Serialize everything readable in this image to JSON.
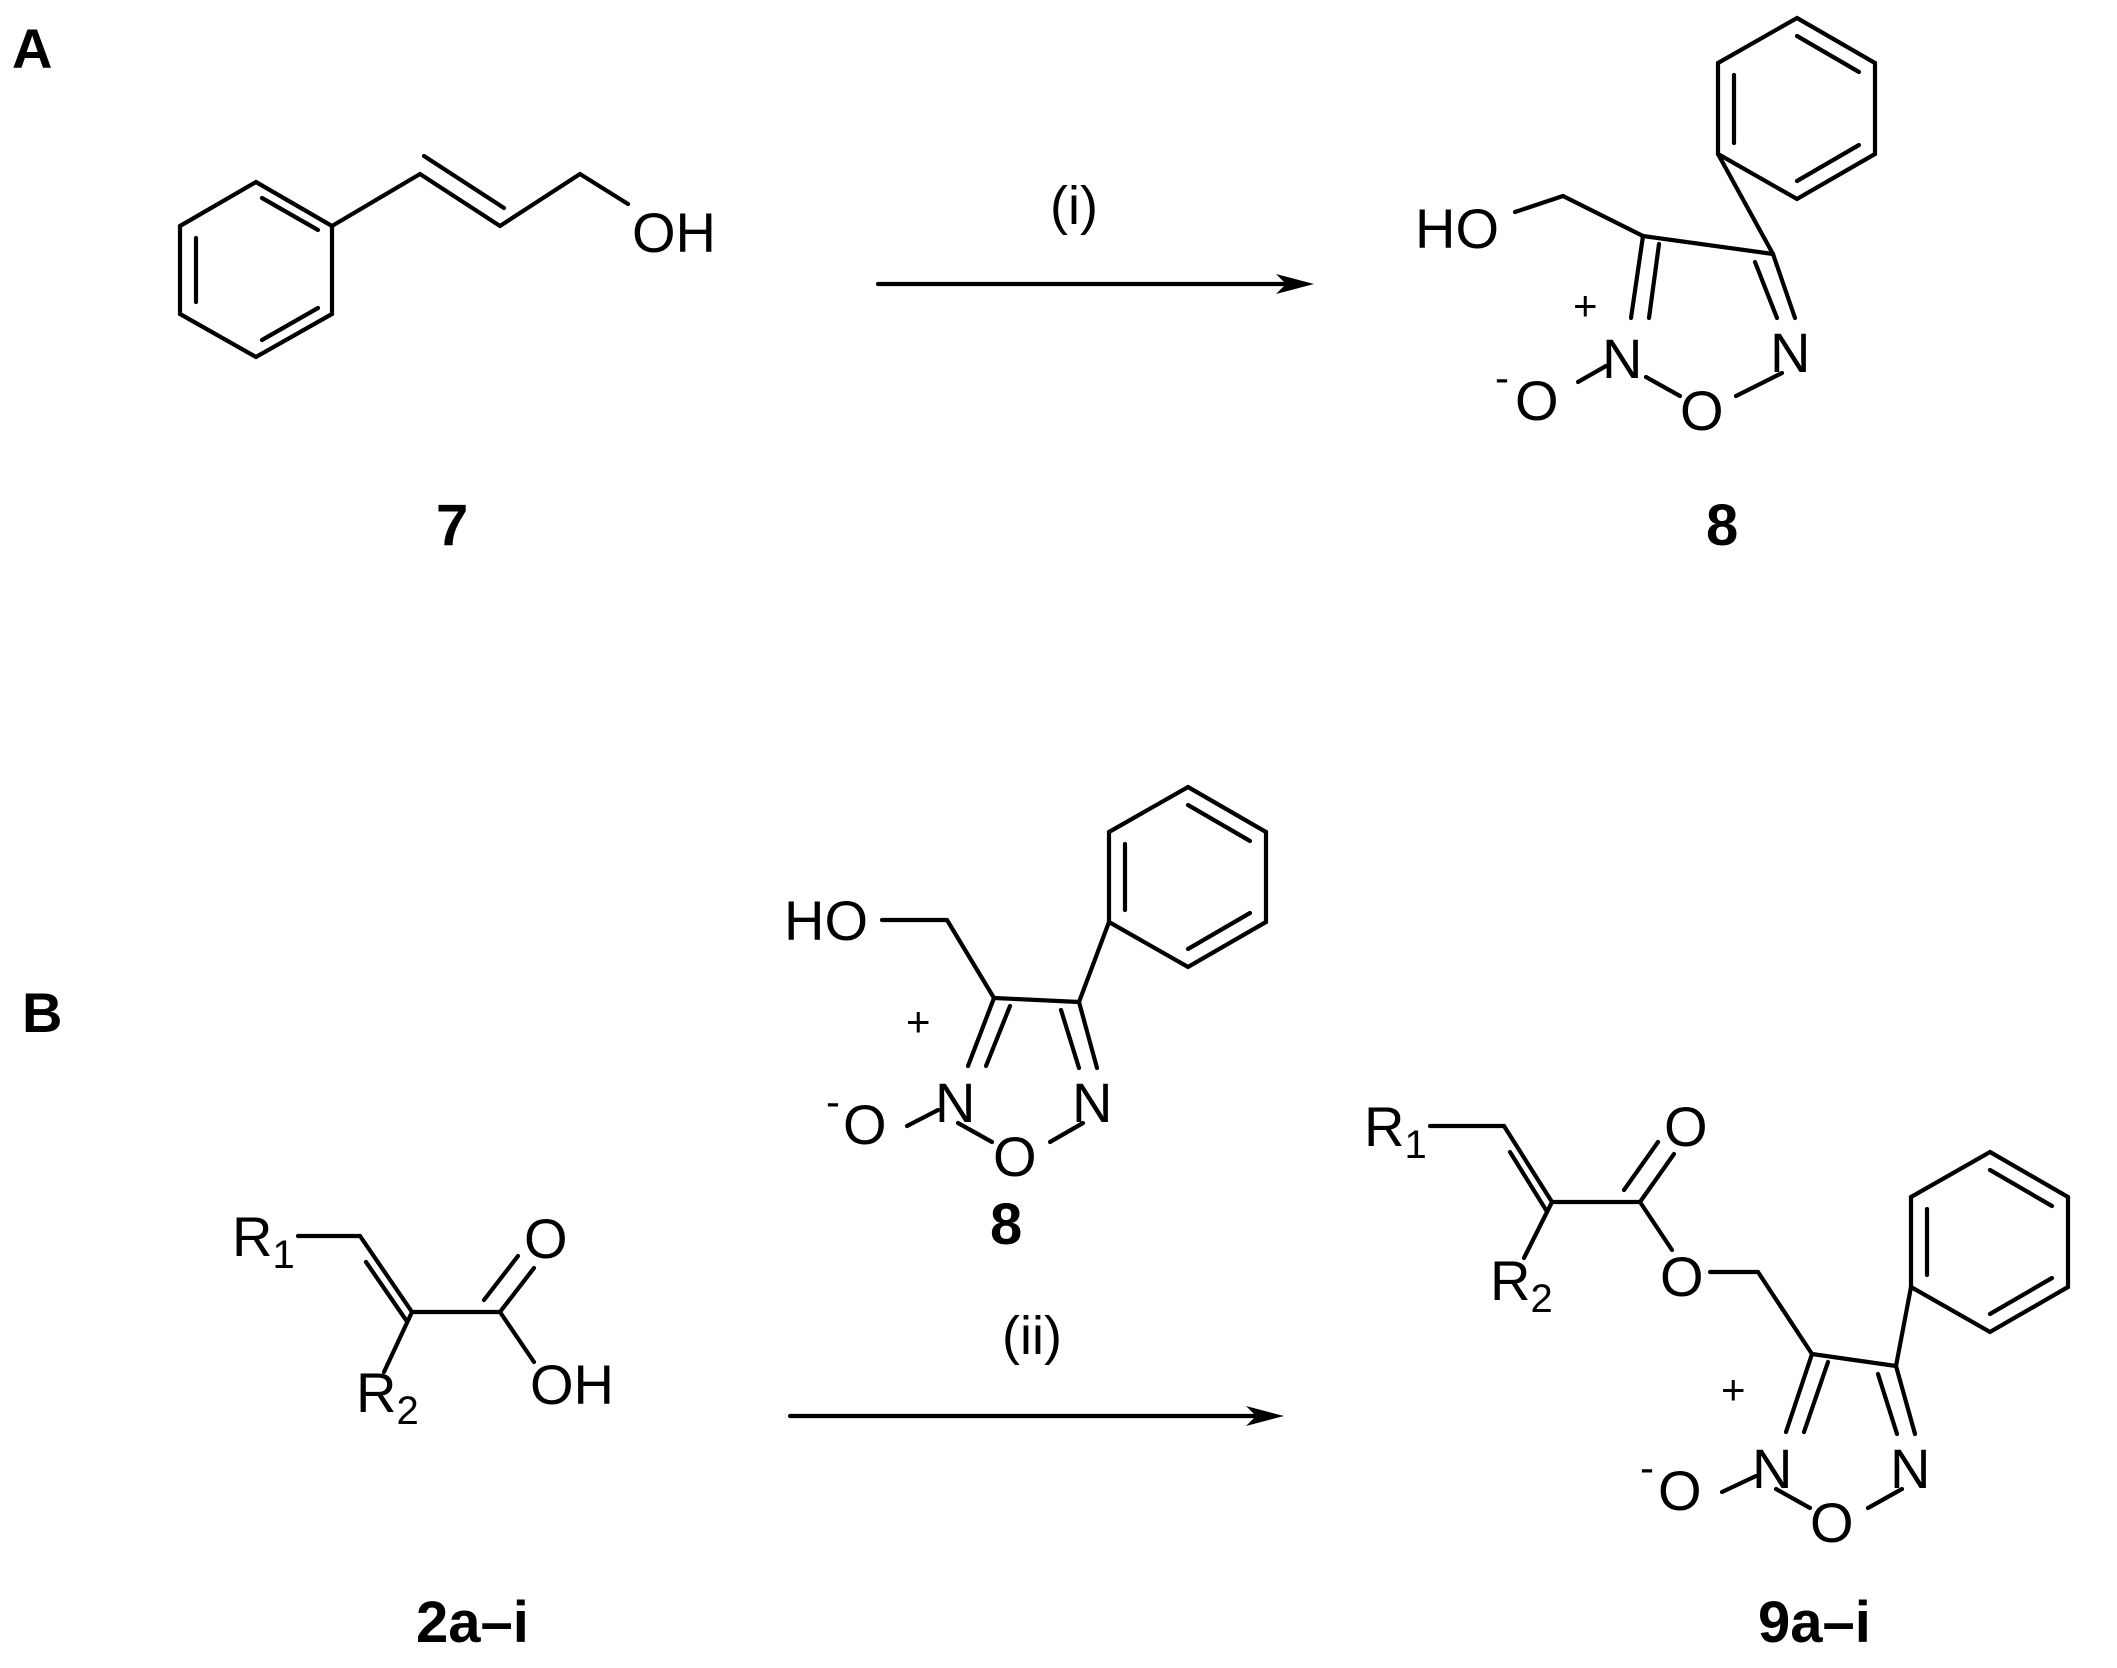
{
  "panels": {
    "a": "A",
    "b": "B"
  },
  "atoms": {
    "oh": "OH",
    "ho": "HO",
    "o": "O",
    "n": "N",
    "r": "R",
    "r1_sub": "1",
    "r2_sub": "2",
    "plus": "+",
    "minus": "-"
  },
  "conditions": {
    "i": "(i)",
    "ii": "(ii)"
  },
  "compounds": {
    "c7": "7",
    "c8": "8",
    "c2": "2a–i",
    "c9": "9a–i"
  }
}
